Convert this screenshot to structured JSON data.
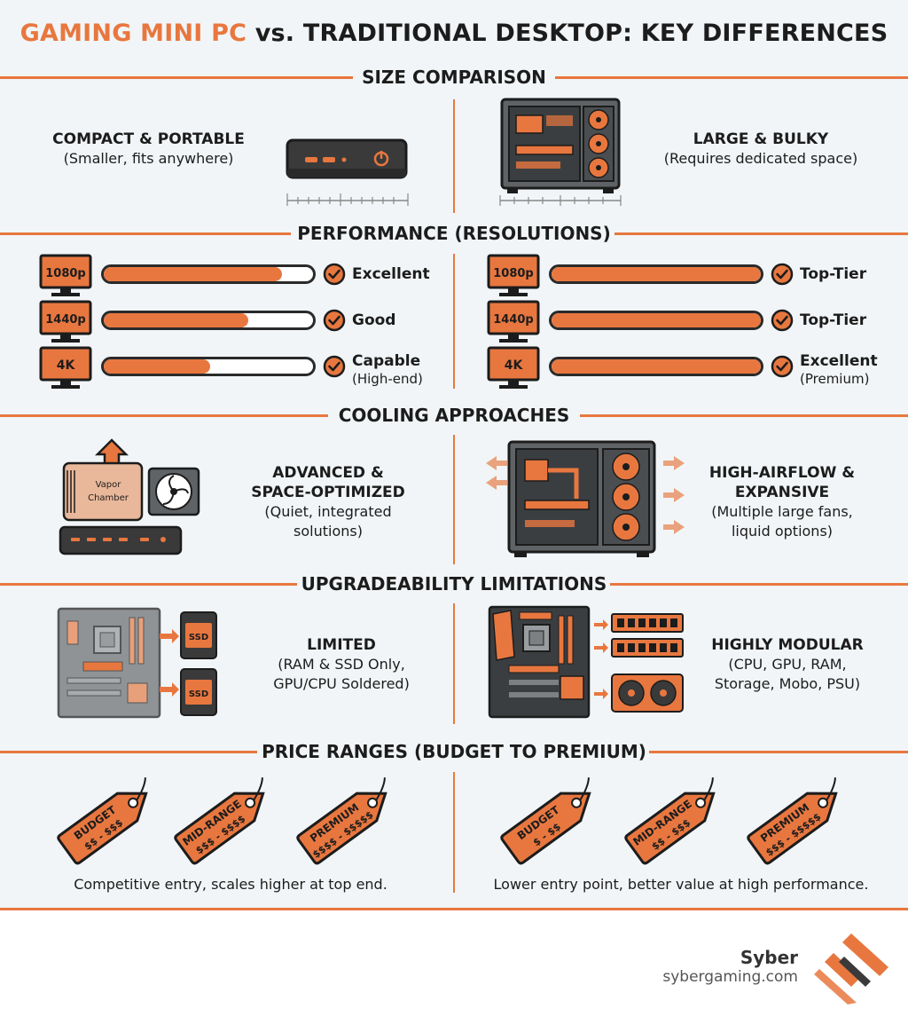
{
  "title": {
    "accent": "GAMING MINI PC",
    "rest": " vs. TRADITIONAL DESKTOP: KEY DIFFERENCES"
  },
  "colors": {
    "accent": "#e8773f",
    "dark": "#2a2a2a",
    "bg": "#f1f5f7",
    "case_grey": "#5f6366"
  },
  "sections": {
    "size": {
      "title": "SIZE COMPARISON",
      "mini_heading": "COMPACT & PORTABLE",
      "mini_sub": "(Smaller, fits anywhere)",
      "desk_heading": "LARGE & BULKY",
      "desk_sub": "(Requires dedicated space)"
    },
    "performance": {
      "title": "PERFORMANCE (RESOLUTIONS)",
      "mini": [
        {
          "res": "1080p",
          "level": 0.85,
          "rating": "Excellent",
          "note": ""
        },
        {
          "res": "1440p",
          "level": 0.69,
          "rating": "Good",
          "note": ""
        },
        {
          "res": "4K",
          "level": 0.51,
          "rating": "Capable",
          "note": "(High-end)"
        }
      ],
      "desk": [
        {
          "res": "1080p",
          "level": 1.0,
          "rating": "Top-Tier",
          "note": ""
        },
        {
          "res": "1440p",
          "level": 1.0,
          "rating": "Top-Tier",
          "note": ""
        },
        {
          "res": "4K",
          "level": 1.0,
          "rating": "Excellent",
          "note": "(Premium)"
        }
      ]
    },
    "cooling": {
      "title": "COOLING APPROACHES",
      "vapor_label_1": "Vapor",
      "vapor_label_2": "Chamber",
      "mini_heading_1": "ADVANCED &",
      "mini_heading_2": "SPACE-OPTIMIZED",
      "mini_sub_1": "(Quiet, integrated",
      "mini_sub_2": "solutions)",
      "desk_heading_1": "HIGH-AIRFLOW &",
      "desk_heading_2": "EXPANSIVE",
      "desk_sub_1": "(Multiple large fans,",
      "desk_sub_2": "liquid options)"
    },
    "upgrade": {
      "title": "UPGRADEABILITY LIMITATIONS",
      "ssd_label": "SSD",
      "mini_heading": "LIMITED",
      "mini_sub_1": "(RAM & SSD Only,",
      "mini_sub_2": "GPU/CPU Soldered)",
      "desk_heading": "HIGHLY MODULAR",
      "desk_sub_1": "(CPU, GPU, RAM,",
      "desk_sub_2": "Storage, Mobo, PSU)"
    },
    "price": {
      "title": "PRICE RANGES (BUDGET TO PREMIUM)",
      "mini_tags": [
        {
          "name": "BUDGET",
          "range": "$$ - $$$"
        },
        {
          "name": "MID-RANGE",
          "range": "$$$ - $$$$"
        },
        {
          "name": "PREMIUM",
          "range": "$$$$ - $$$$$"
        }
      ],
      "desk_tags": [
        {
          "name": "BUDGET",
          "range": "$ - $$"
        },
        {
          "name": "MID-RANGE",
          "range": "$$ - $$$"
        },
        {
          "name": "PREMIUM",
          "range": "$$$ - $$$$$"
        }
      ],
      "mini_note": "Competitive entry, scales higher at top end.",
      "desk_note": "Lower entry point, better value at high performance."
    }
  },
  "brand": {
    "name": "Syber",
    "url": "sybergaming.com"
  }
}
